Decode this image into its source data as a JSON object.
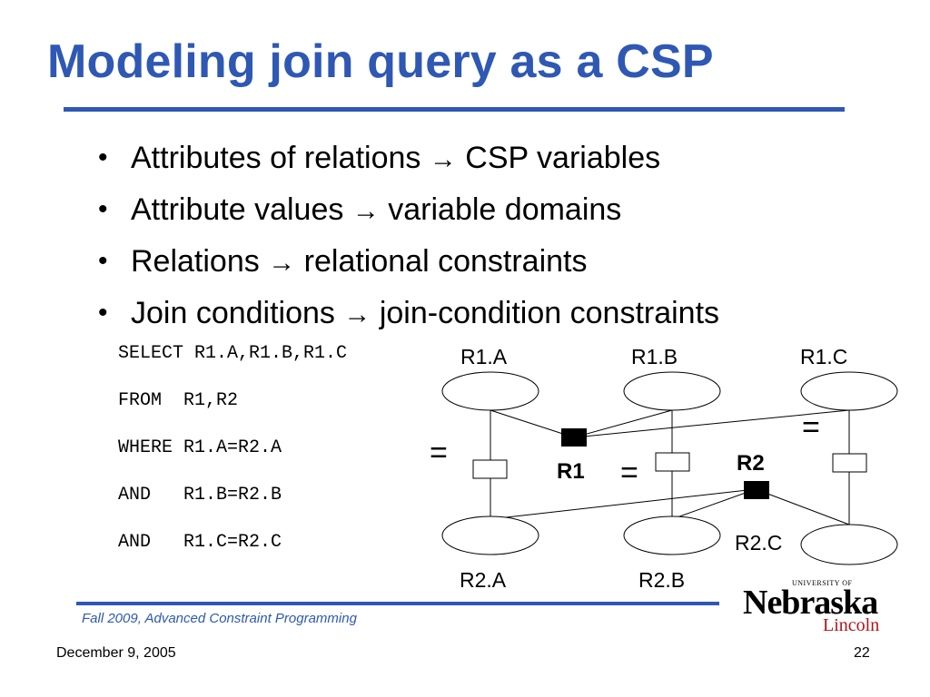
{
  "slide": {
    "title": "Modeling join query as a CSP",
    "bullets": [
      {
        "left": "Attributes of relations",
        "right": "CSP variables"
      },
      {
        "left": "Attribute values",
        "right": "variable domains"
      },
      {
        "left": "Relations",
        "right": "relational constraints"
      },
      {
        "left": "Join conditions",
        "right": "join-condition constraints"
      }
    ],
    "arrow_glyph": "→",
    "sql": [
      "SELECT R1.A,R1.B,R1.C",
      "FROM  R1,R2",
      "WHERE R1.A=R2.A",
      "AND   R1.B=R2.B",
      "AND   R1.C=R2.C"
    ]
  },
  "diagram": {
    "variables": {
      "r1a": "R1.A",
      "r1b": "R1.B",
      "r1c": "R1.C",
      "r2a": "R2.A",
      "r2b": "R2.B",
      "r2c": "R2.C"
    },
    "relations": {
      "r1": "R1",
      "r2": "R2"
    },
    "equality_symbol": "="
  },
  "footer": {
    "course": "Fall 2009, Advanced Constraint Programming",
    "date": "December 9, 2005",
    "page": "22"
  },
  "logo": {
    "university_of": "UNIVERSITY OF",
    "name": "Nebraska",
    "campus": "Lincoln"
  },
  "colors": {
    "accent": "#2e58b4",
    "logo_red": "#b5121b"
  }
}
